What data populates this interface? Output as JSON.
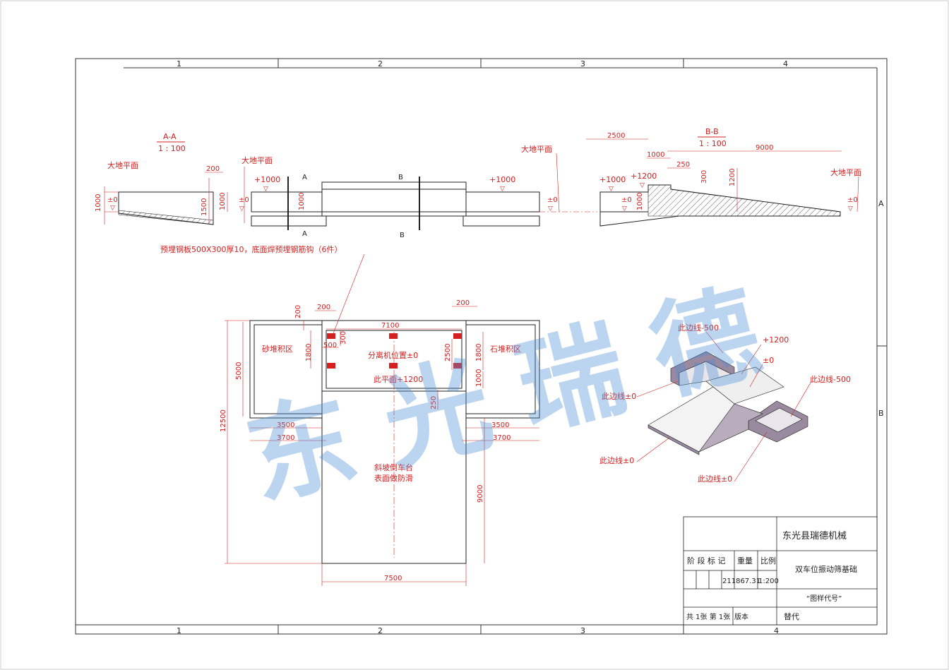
{
  "zones": {
    "cols": [
      "1",
      "2",
      "3",
      "4"
    ],
    "rows": [
      "A",
      "B"
    ]
  },
  "section_aa": {
    "title": "A-A",
    "scale": "1 : 100",
    "ground": "大地平面",
    "ground2": "大地平面",
    "d1000": "1000",
    "pm0": "±0",
    "d200": "200",
    "d1500": "1500",
    "d1000b": "1000",
    "pm0b": "±0"
  },
  "elevation": {
    "plus1000_left": "+1000",
    "plus1000_right": "+1000",
    "d1000": "1000",
    "cut_a_top": "A",
    "cut_a_bottom": "A",
    "cut_b_top": "B",
    "cut_b_bottom": "B",
    "ground": "大地平面",
    "pm0": "±0"
  },
  "section_bb": {
    "title": "B-B",
    "scale": "1 : 100",
    "d2500": "2500",
    "d1000": "1000",
    "d9000": "9000",
    "d250": "250",
    "d300": "300",
    "d1200": "1200",
    "plus1000": "+1000",
    "plus1200": "+1200",
    "pm0": "±0",
    "d1000v": "1000",
    "ground": "大地平面",
    "pm0r": "±0"
  },
  "plan": {
    "leader_note": "预埋钢板500X300厚10，底面焊预埋钢筋钩（6件）",
    "d200a": "200",
    "d200b": "200",
    "d200c": "200",
    "d7100": "7100",
    "d500": "500",
    "d300": "300",
    "d1800a": "1800",
    "d2500": "2500",
    "d1800b": "1800",
    "d1000": "1000",
    "d5000": "5000",
    "d12500": "12500",
    "d250": "250",
    "d3500a": "3500",
    "d3700a": "3700",
    "d3500b": "3500",
    "d3700b": "3700",
    "d9000": "9000",
    "d7500": "7500",
    "sand": "砂堆积区",
    "stone": "石堆积区",
    "separator": "分离机位置±0",
    "plane": "此平面+1200",
    "ramp1": "斜坡倒车台",
    "ramp2": "表面做防滑"
  },
  "iso": {
    "edge_minus500a": "此边线-500",
    "edge_minus500b": "此边线-500",
    "plus1200": "+1200",
    "pm0": "±0",
    "edge0a": "此边线±0",
    "edge0b": "此边线±0",
    "edge0c": "此边线±0"
  },
  "watermark": [
    "东",
    "光",
    "瑞",
    "德"
  ],
  "title_block": {
    "company": "东光县瑞德机械",
    "drawing_name": "双车位振动筛基础",
    "stage_label": "阶 段 标 记",
    "weight_label": "重量",
    "ratio_label": "比例",
    "weight_value": "211867.31",
    "ratio_value": "1:200",
    "code": "“图样代号”",
    "sheets": "共 1张 第 1张",
    "version": "版本",
    "replace": "替代"
  },
  "colors": {
    "line": "#222222",
    "dim": "#d42020",
    "embed": "#d42020",
    "watermark": "#4f8fd6",
    "iso_side": "#9a8aa0"
  }
}
